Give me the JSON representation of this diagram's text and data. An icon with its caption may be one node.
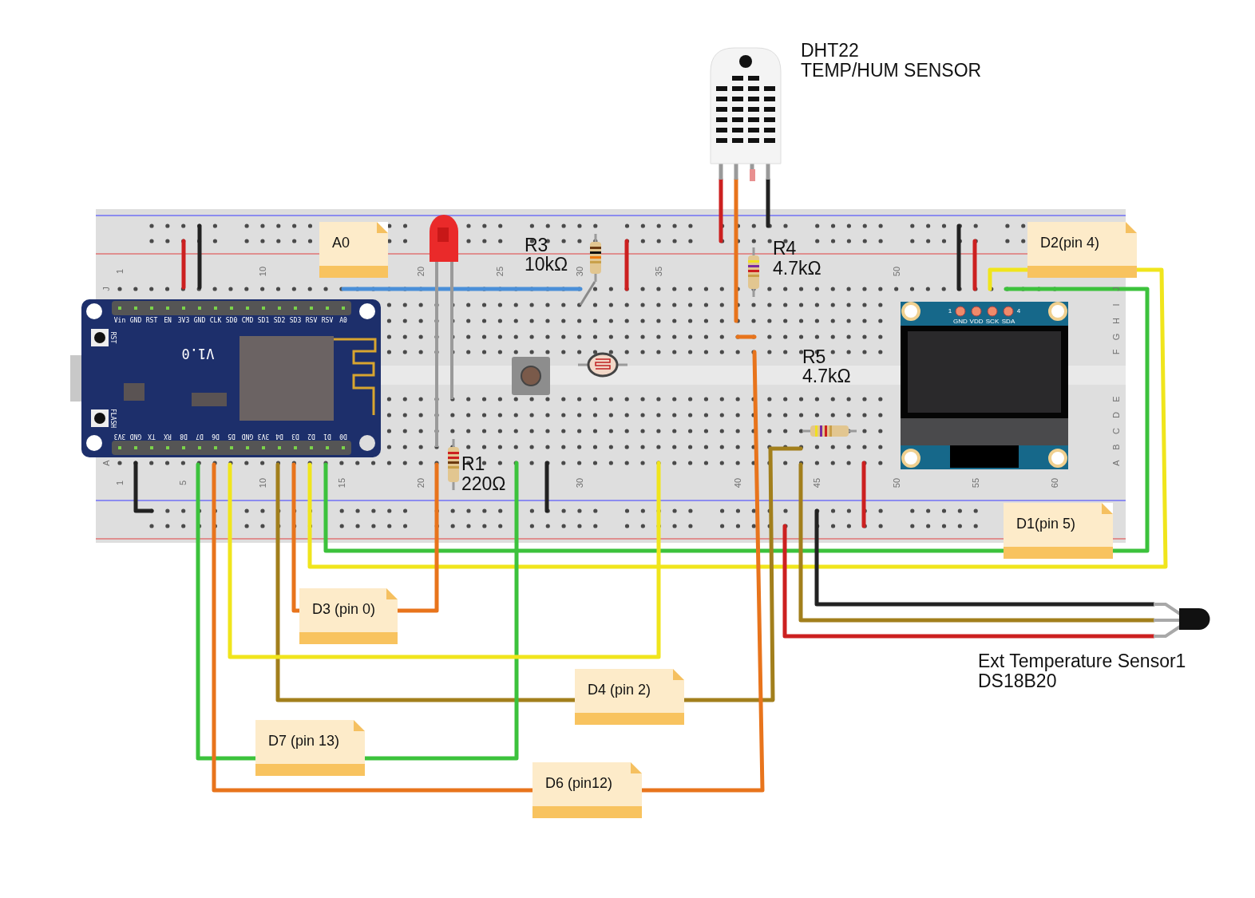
{
  "diagram": {
    "nodes": [
      {
        "text": [
          "A0"
        ]
      },
      {
        "text": [
          "D2(pin 4)"
        ]
      },
      {
        "text": [
          "D1(pin 5)"
        ]
      },
      {
        "text": [
          "D3 (pin 0)"
        ]
      },
      {
        "text": [
          "D4 (pin 2)"
        ]
      },
      {
        "text": [
          "D7 (pin 13)"
        ]
      },
      {
        "text": [
          "D6 (pin12)"
        ]
      }
    ],
    "labels": [
      "DHT22",
      "TEMP/HUM SENSOR",
      "R3",
      "10kΩ",
      "R4",
      "4.7kΩ",
      "1",
      "10",
      "20",
      "25",
      "30",
      "35",
      "50",
      "J",
      "Vin",
      "GND",
      "RST",
      "EN",
      "3V3",
      "GND",
      "CLK",
      "SD0",
      "CMD",
      "SD1",
      "SD2",
      "SD3",
      "RSV",
      "RSV",
      "A0",
      "RST",
      "V1.0",
      "FLASH",
      "3V3",
      "GND",
      "TX",
      "RX",
      "D8",
      "D7",
      "D6",
      "D5",
      "GND",
      "3V3",
      "D4",
      "D3",
      "D2",
      "D1",
      "D0",
      "A",
      "1",
      "GND",
      "VDD",
      "SCK",
      "SDA",
      "4",
      "R5",
      "4.7kΩ",
      "R1",
      "220Ω",
      "J",
      "I",
      "H",
      "G",
      "F",
      "E",
      "D",
      "C",
      "B",
      "A",
      "1",
      "5",
      "10",
      "15",
      "20",
      "30",
      "40",
      "45",
      "50",
      "55",
      "60",
      "Ext Temperature Sensor1",
      "DS18B20"
    ]
  }
}
